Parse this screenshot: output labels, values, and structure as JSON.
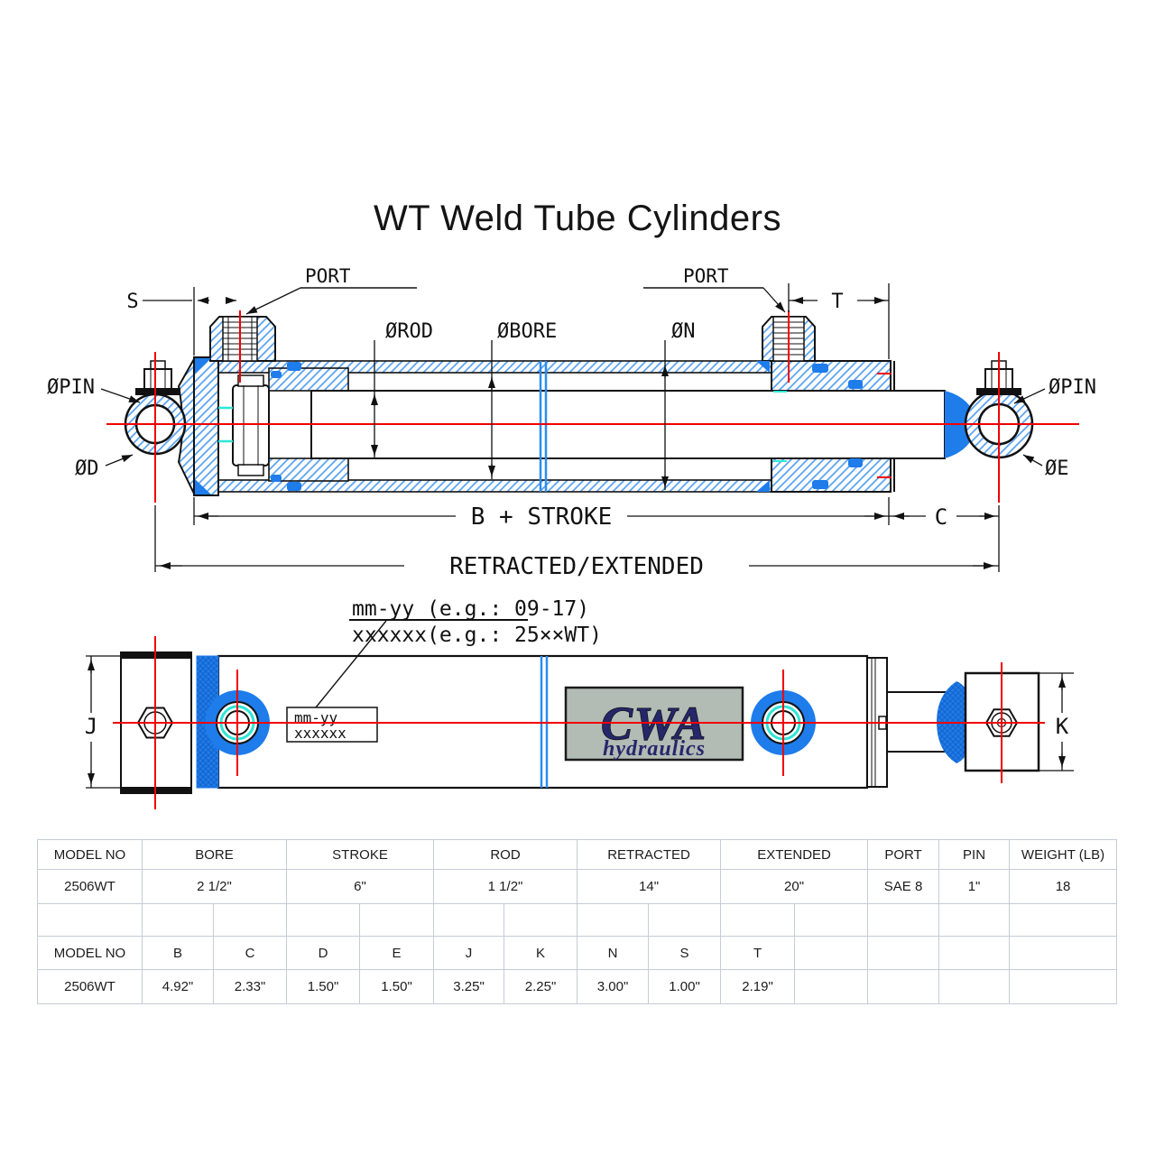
{
  "title": "WT Weld Tube Cylinders",
  "colors": {
    "hatch_blue": "#5aa3f2",
    "weld_blue": "#1e7ceb",
    "centerline_red": "#f20000",
    "seal_cyan": "#2ee6d6",
    "logo_navy": "#26266b",
    "logo_gray": "#b2bbb4",
    "grid_gray": "#c6cbd8"
  },
  "section_view": {
    "labels": {
      "port_left": "PORT",
      "port_right": "PORT",
      "s": "S",
      "t": "T",
      "rod": "ØROD",
      "bore": "ØBORE",
      "n": "ØN",
      "pin_left": "ØPIN",
      "pin_right": "ØPIN",
      "d": "ØD",
      "e": "ØE",
      "b_stroke": "B + STROKE",
      "c": "C",
      "retracted_extended": "RETRACTED/EXTENDED"
    }
  },
  "side_view": {
    "annotation": {
      "line1": "mm-yy (e.g.: 09-17)",
      "line2": "xxxxxx(e.g.: 25××WT)"
    },
    "stamp": {
      "line1": "mm-yy",
      "line2": "xxxxxx"
    },
    "labels": {
      "j": "J",
      "k": "K"
    },
    "logo": {
      "brand": "CWA",
      "sub": "hydraulics"
    }
  },
  "spec_table": {
    "headers": [
      "MODEL NO",
      "BORE",
      "STROKE",
      "ROD",
      "RETRACTED",
      "EXTENDED",
      "PORT",
      "PIN",
      "WEIGHT (LB)"
    ],
    "row": [
      "2506WT",
      "2 1/2\"",
      "6\"",
      "1 1/2\"",
      "14\"",
      "20\"",
      "SAE 8",
      "1\"",
      "18"
    ]
  },
  "dim_table": {
    "headers": [
      "MODEL NO",
      "B",
      "C",
      "D",
      "E",
      "J",
      "K",
      "N",
      "S",
      "T"
    ],
    "row": [
      "2506WT",
      "4.92\"",
      "2.33\"",
      "1.50\"",
      "1.50\"",
      "3.25\"",
      "2.25\"",
      "3.00\"",
      "1.00\"",
      "2.19\""
    ]
  }
}
